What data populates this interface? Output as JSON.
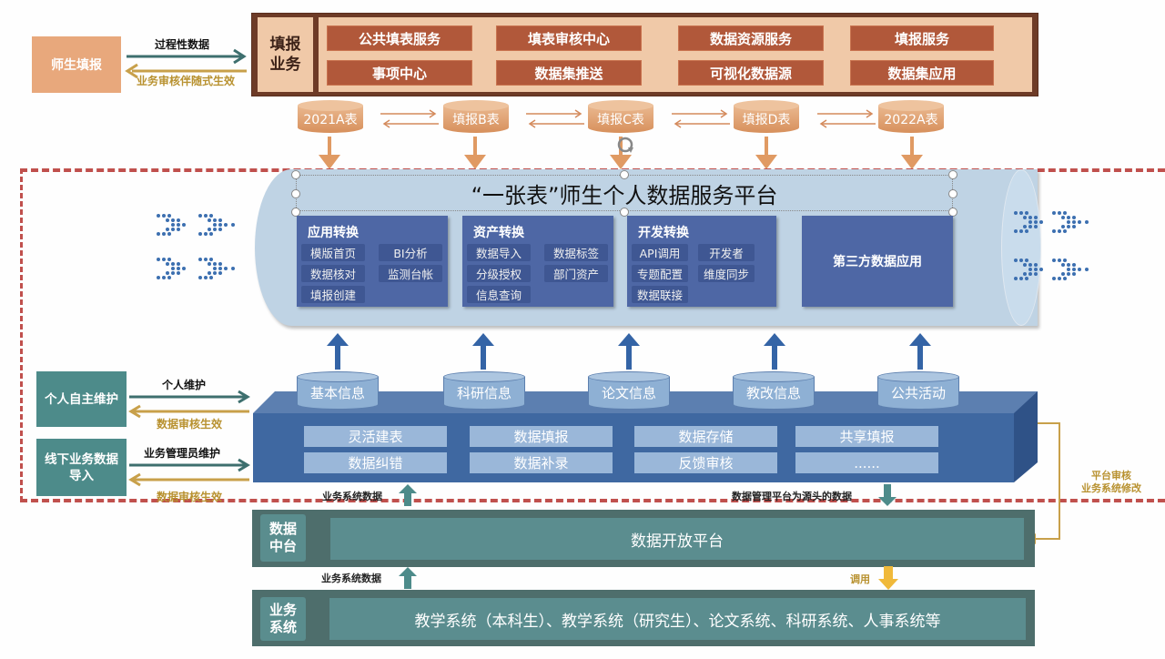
{
  "colors": {
    "top_frame": "#6e3b27",
    "top_inner": "#f0c9a8",
    "service_button": "#b1583a",
    "tan_cylinder": "#d7905c",
    "platform_pipe": "#bfd3e4",
    "panel_blue": "#4e67a5",
    "block_blue": "#3f68a1",
    "teal": "#4d8b8a",
    "dashed_border": "#c0504d",
    "gold_arrow": "#c8a04a",
    "teal_arrow": "#3d6f6e"
  },
  "fill_business": {
    "source_box": "师生填报",
    "arrow_forward_label": "过程性数据",
    "arrow_back_label": "业务审核伴随式生效",
    "section_label": "填报业务",
    "services": [
      "公共填表服务",
      "填表审核中心",
      "数据资源服务",
      "填报服务",
      "事项中心",
      "数据集推送",
      "可视化数据源",
      "数据集应用"
    ]
  },
  "tables": [
    "2021A表",
    "填报B表",
    "填报C表",
    "填报D表",
    "2022A表"
  ],
  "platform": {
    "title": "“一张表”师生个人数据服务平台",
    "panels": [
      {
        "title": "应用转换",
        "items": [
          "模版首页",
          "BI分析",
          "数据核对",
          "监测台帐",
          "填报创建"
        ]
      },
      {
        "title": "资产转换",
        "items": [
          "数据导入",
          "数据标签",
          "分级授权",
          "部门资产",
          "信息查询"
        ]
      },
      {
        "title": "开发转换",
        "items": [
          "API调用",
          "开发者",
          "专题配置",
          "维度同步",
          "数据联接"
        ]
      },
      {
        "title": "第三方数据应用",
        "items": []
      }
    ]
  },
  "info_sources": [
    "基本信息",
    "科研信息",
    "论文信息",
    "教改信息",
    "公共活动"
  ],
  "data_block": {
    "functions": [
      "灵活建表",
      "数据填报",
      "数据存储",
      "共享填报",
      "数据纠错",
      "数据补录",
      "反馈审核",
      "......"
    ]
  },
  "maintenance": [
    {
      "box": "个人自主维护",
      "forward_label": "个人维护",
      "back_label": "数据审核生效"
    },
    {
      "box": "线下业务数据导入",
      "forward_label": "业务管理员维护",
      "back_label": "数据审核生效"
    }
  ],
  "flow_labels": {
    "business_system_data_up": "业务系统数据",
    "platform_source_data_down": "数据管理平台为源头的数据",
    "platform_review": "平台审核",
    "business_system_modify": "业务系统修改",
    "business_system_data_lower": "业务系统数据",
    "invoke": "调用"
  },
  "data_middle": {
    "label": "数据中台",
    "body": "数据开放平台"
  },
  "business_systems": {
    "label": "业务系统",
    "body": "教学系统（本科生）、教学系统（研究生）、论文系统、科研系统、人事系统等"
  }
}
